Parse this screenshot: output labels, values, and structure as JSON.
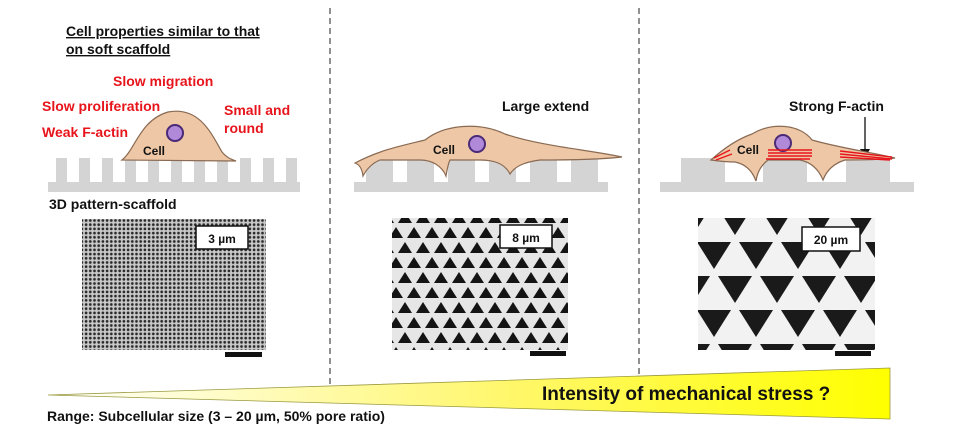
{
  "panel1": {
    "heading_line1": "Cell properties similar to that",
    "heading_line2": "on soft scaffold",
    "slow_migration": "Slow migration",
    "slow_proliferation": "Slow proliferation",
    "weak_factin": "Weak F-actin",
    "small_line1": "Small and",
    "small_line2": "round",
    "cell_label": "Cell",
    "scaffold_label": "3D pattern-scaffold",
    "scale_label": "3 µm"
  },
  "panel2": {
    "note": "Large extend",
    "cell_label": "Cell",
    "scale_label": "8 µm"
  },
  "panel3": {
    "note": "Strong F-actin",
    "cell_label": "Cell",
    "scale_label": "20 µm"
  },
  "footer": {
    "wedge_label": "Intensity of mechanical stress ?",
    "range_text": "Range: Subcellular size (3 – 20 µm, 50% pore ratio)"
  },
  "colors": {
    "red_text": "#e8141b",
    "cell_fill": "#eec8a6",
    "cell_edge": "#8a6a52",
    "nucleus_fill": "#b08ad8",
    "nucleus_edge": "#4b2a78",
    "scaffold": "#d4d4d4",
    "wedge_start": "#ffffff",
    "wedge_end": "#ffff00",
    "actin": "#e8141b"
  }
}
